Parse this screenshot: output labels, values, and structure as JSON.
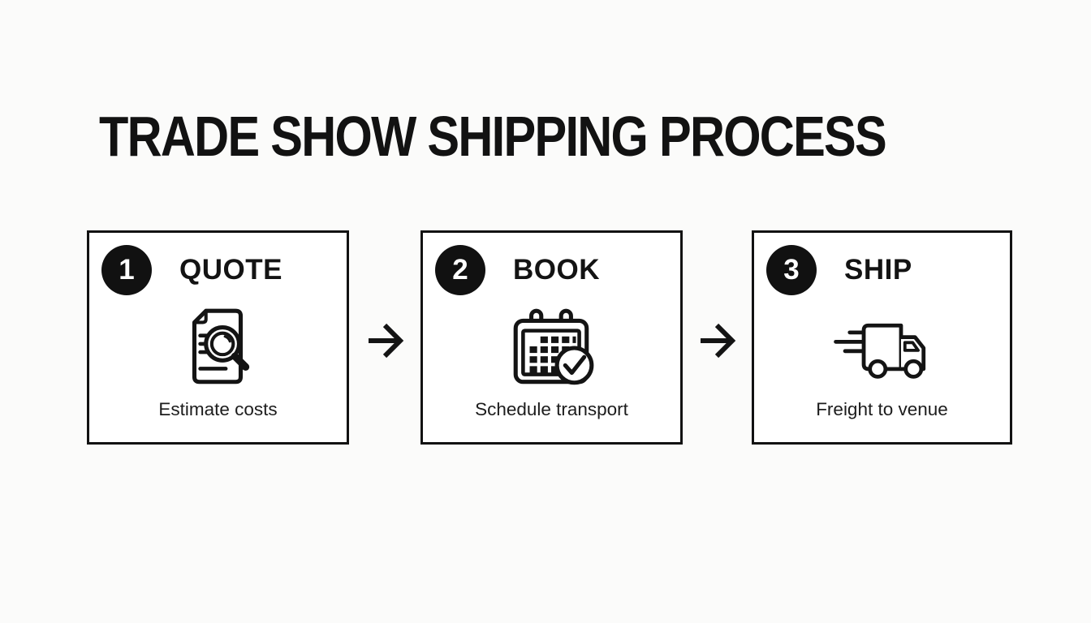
{
  "page": {
    "title": "TRADE SHOW SHIPPING PROCESS",
    "background_color": "#fbfbfa",
    "box_border_color": "#121212",
    "badge_color": "#111111",
    "badge_text_color": "#ffffff"
  },
  "steps": [
    {
      "number": "1",
      "label": "QUOTE",
      "caption": "Estimate costs",
      "icon": "document-magnifier-icon"
    },
    {
      "number": "2",
      "label": "BOOK",
      "caption": "Schedule transport",
      "icon": "calendar-check-icon"
    },
    {
      "number": "3",
      "label": "SHIP",
      "caption": "Freight to venue",
      "icon": "delivery-truck-icon"
    }
  ],
  "connectors": [
    {
      "type": "arrow-right"
    },
    {
      "type": "arrow-right"
    }
  ]
}
